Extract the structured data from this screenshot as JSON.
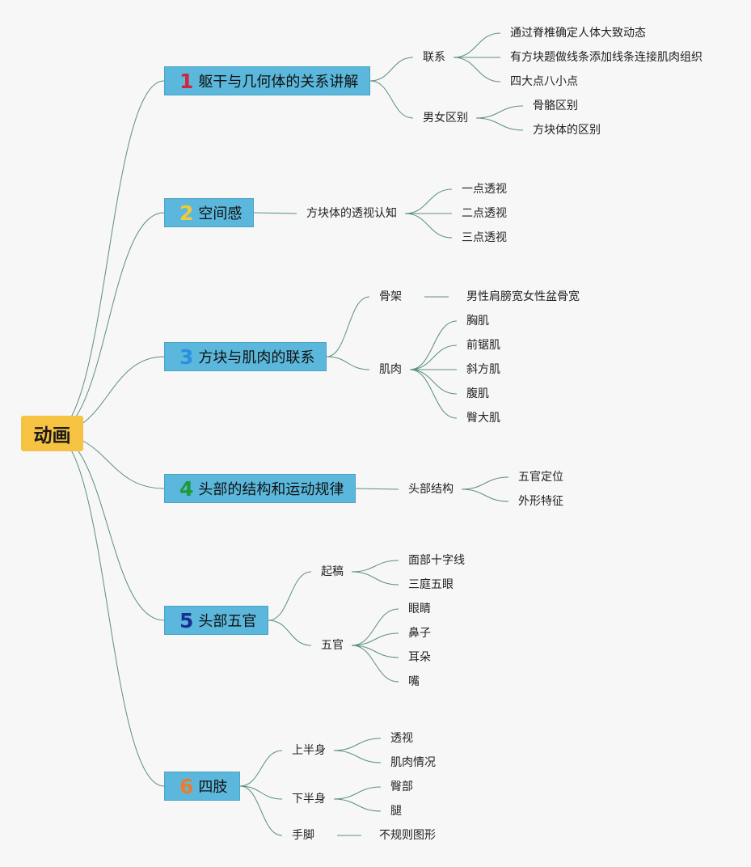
{
  "root": "动画",
  "line_color": "#5c8f7f",
  "topic_color": "#5bb8dc",
  "root_color": "#f5c341",
  "topics": [
    {
      "num": "1",
      "num_color": "#d0253a",
      "title": "躯干与几何体的关系讲解",
      "children": [
        {
          "label": "联系",
          "children": [
            "通过脊椎确定人体大致动态",
            "有方块题做线条添加线条连接肌肉组织",
            "四大点八小点"
          ]
        },
        {
          "label": "男女区别",
          "children": [
            "骨骼区别",
            "方块体的区别"
          ]
        }
      ]
    },
    {
      "num": "2",
      "num_color": "#f2c93a",
      "title": "空间感",
      "children": [
        {
          "label": "方块体的透视认知",
          "children": [
            "一点透视",
            "二点透视",
            "三点透视"
          ]
        }
      ]
    },
    {
      "num": "3",
      "num_color": "#2a8fe0",
      "title": "方块与肌肉的联系",
      "children": [
        {
          "label": "骨架",
          "children": [
            "男性肩膀宽女性盆骨宽"
          ]
        },
        {
          "label": "肌肉",
          "children": [
            "胸肌",
            "前锯肌",
            "斜方肌",
            "腹肌",
            "臀大肌"
          ]
        }
      ]
    },
    {
      "num": "4",
      "num_color": "#1e9a3a",
      "title": "头部的结构和运动规律",
      "children": [
        {
          "label": "头部结构",
          "children": [
            "五官定位",
            "外形特征"
          ]
        }
      ]
    },
    {
      "num": "5",
      "num_color": "#1a2f8f",
      "title": "头部五官",
      "children": [
        {
          "label": "起稿",
          "children": [
            "面部十字线",
            "三庭五眼"
          ]
        },
        {
          "label": "五官",
          "children": [
            "眼睛",
            "鼻子",
            "耳朵",
            "嘴"
          ]
        }
      ]
    },
    {
      "num": "6",
      "num_color": "#ee7a2b",
      "title": "四肢",
      "children": [
        {
          "label": "上半身",
          "children": [
            "透视",
            "肌肉情况"
          ]
        },
        {
          "label": "下半身",
          "children": [
            "臀部",
            "腿"
          ]
        },
        {
          "label": "手脚",
          "children": [
            "不规则图形"
          ]
        }
      ]
    }
  ]
}
